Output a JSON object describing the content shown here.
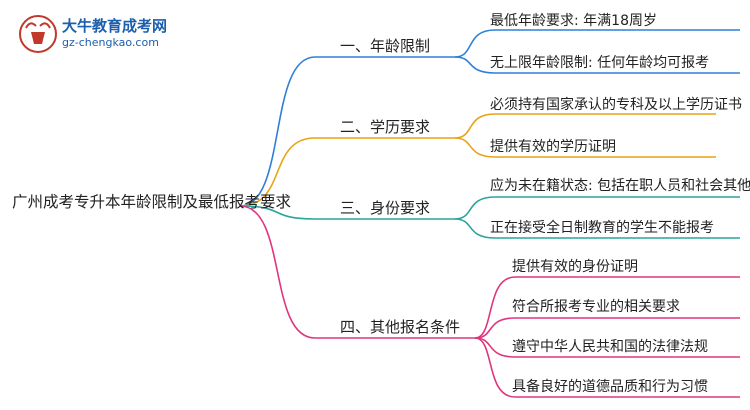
{
  "logo": {
    "name": "大牛教育成考网",
    "url": "gz-chengkao.com"
  },
  "root": "广州成考专升本年龄限制及最低报考要求",
  "branches": [
    {
      "label": "一、年龄限制",
      "color": "#2f7fd8",
      "leaves": [
        "最低年龄要求: 年满18周岁",
        "无上限年龄限制: 任何年龄均可报考"
      ]
    },
    {
      "label": "二、学历要求",
      "color": "#e8a317",
      "leaves": [
        "必须持有国家承认的专科及以上学历证书",
        "提供有效的学历证明"
      ]
    },
    {
      "label": "三、身份要求",
      "color": "#2aa59a",
      "leaves": [
        "应为未在籍状态: 包括在职人员和社会其他人员",
        "正在接受全日制教育的学生不能报考"
      ]
    },
    {
      "label": "四、其他报名条件",
      "color": "#e0357e",
      "leaves": [
        "提供有效的身份证明",
        "符合所报考专业的相关要求",
        "遵守中华人民共和国的法律法规",
        "具备良好的道德品质和行为习惯"
      ]
    }
  ]
}
